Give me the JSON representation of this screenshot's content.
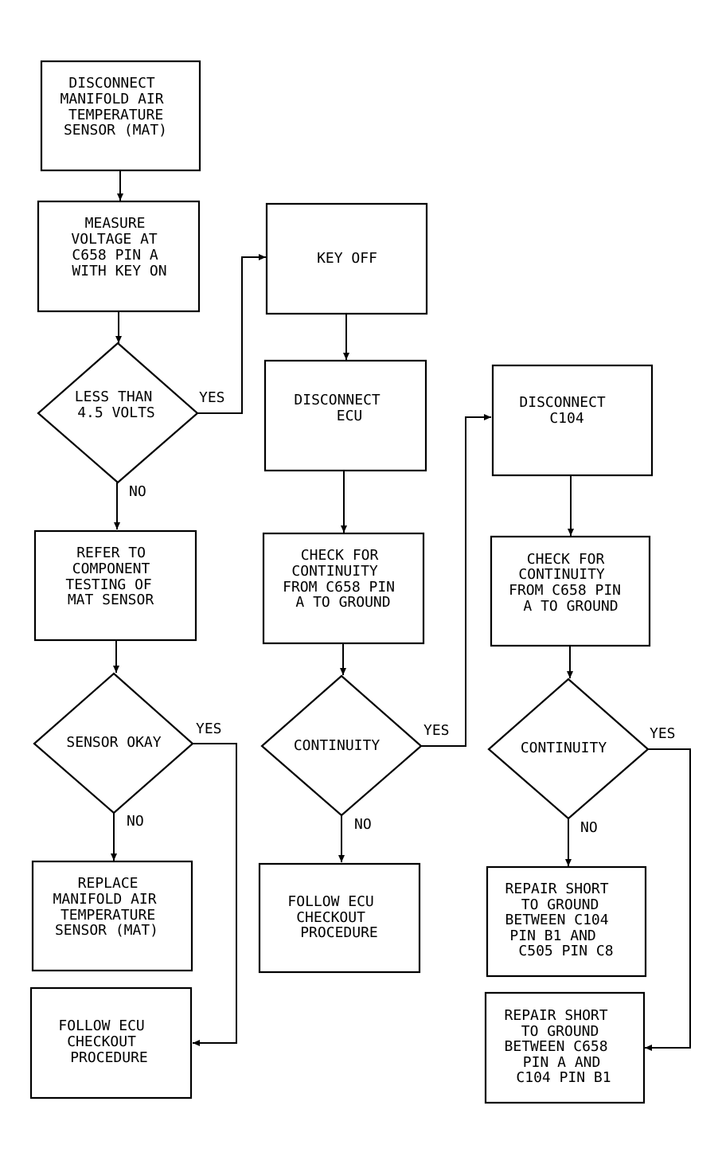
{
  "diagram": {
    "boxes": {
      "disconnect_mat": [
        "DISCONNECT",
        "MANIFOLD AIR",
        "TEMPERATURE",
        "SENSOR (MAT)"
      ],
      "measure_voltage": [
        "MEASURE",
        "VOLTAGE AT",
        "C658 PIN A",
        "WITH KEY ON"
      ],
      "refer_component": [
        "REFER TO",
        "COMPONENT",
        "TESTING OF",
        "MAT SENSOR"
      ],
      "replace_mat": [
        "REPLACE",
        "MANIFOLD AIR",
        "TEMPERATURE",
        "SENSOR (MAT)"
      ],
      "follow_ecu_1": [
        "FOLLOW ECU",
        "CHECKOUT",
        "PROCEDURE"
      ],
      "key_off": [
        "KEY OFF"
      ],
      "disconnect_ecu": [
        "DISCONNECT",
        "ECU"
      ],
      "check_continuity_1": [
        "CHECK FOR",
        "CONTINUITY",
        "FROM C658 PIN",
        "A TO GROUND"
      ],
      "follow_ecu_2": [
        "FOLLOW ECU",
        "CHECKOUT",
        "PROCEDURE"
      ],
      "disconnect_c104": [
        "DISCONNECT",
        "C104"
      ],
      "check_continuity_2": [
        "CHECK FOR",
        "CONTINUITY",
        "FROM C658 PIN",
        "A TO GROUND"
      ],
      "repair_short_1": [
        "REPAIR SHORT",
        "TO GROUND",
        "BETWEEN C104",
        "PIN B1 AND",
        "C505 PIN C8"
      ],
      "repair_short_2": [
        "REPAIR SHORT",
        "TO GROUND",
        "BETWEEN C658",
        "PIN A AND",
        "C104 PIN B1"
      ]
    },
    "decisions": {
      "less_than_voltage": [
        "LESS THAN",
        "4.5 VOLTS"
      ],
      "sensor_okay": [
        "SENSOR OKAY"
      ],
      "continuity_1": [
        "CONTINUITY"
      ],
      "continuity_2": [
        "CONTINUITY"
      ]
    },
    "branch_labels": {
      "yes": "YES",
      "no": "NO"
    }
  }
}
